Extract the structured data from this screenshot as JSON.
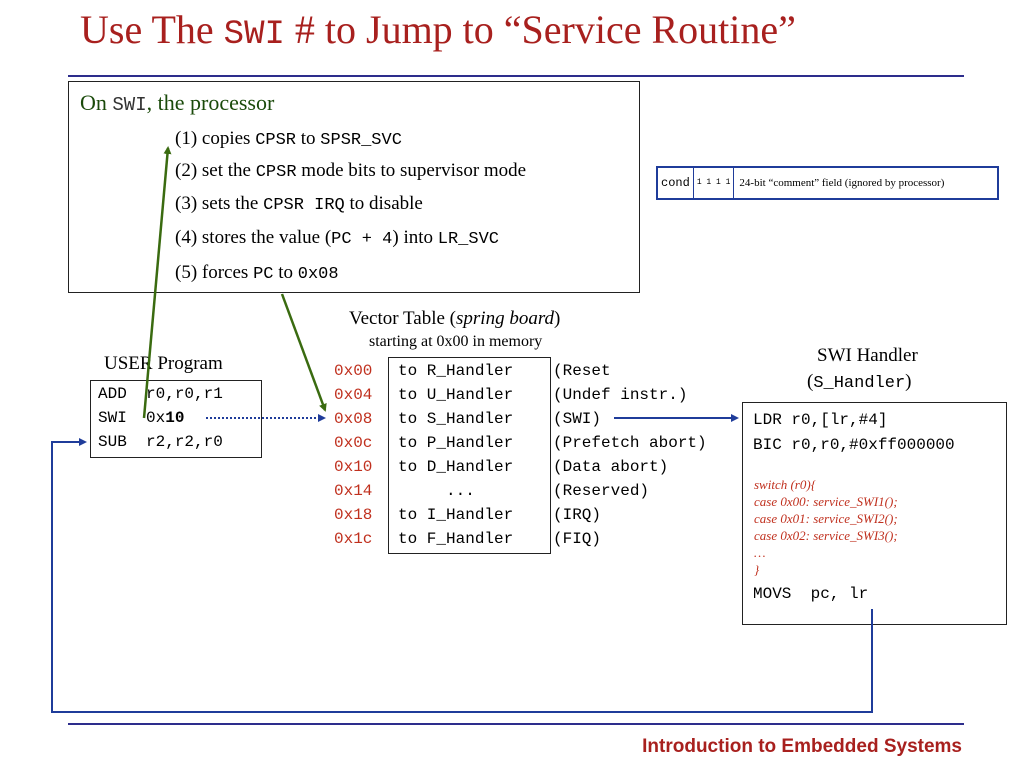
{
  "title": {
    "pre": "Use The ",
    "code": "SWI",
    "post": " # to Jump to “Service Routine”"
  },
  "steps": {
    "intro_pre": "On ",
    "intro_code": "SWI",
    "intro_post": ", the processor",
    "s1_pre": "(1) copies ",
    "s1_code1": "CPSR",
    "s1_mid": " to ",
    "s1_code2": "SPSR_SVC",
    "s2_pre": "(2) set the ",
    "s2_code": "CPSR",
    "s2_post": " mode bits to supervisor mode",
    "s3_pre": "(3) sets the ",
    "s3_code": "CPSR IRQ",
    "s3_post": " to disable",
    "s4_pre": "(4) stores the value (",
    "s4_code1": "PC + 4",
    "s4_mid": ") into ",
    "s4_code2": "LR_SVC",
    "s5_pre": "(5) forces ",
    "s5_code1": "PC",
    "s5_mid": " to ",
    "s5_code2": "0x08"
  },
  "instruction_format": {
    "cond": "cond",
    "bits": "1 1 1 1",
    "comment": "24-bit “comment” field (ignored by processor)"
  },
  "user_program": {
    "title": "USER Program",
    "lines": [
      {
        "op": "ADD",
        "args": "r0,r0,r1"
      },
      {
        "op": "SWI",
        "args_pre": "0x",
        "args_bold": "10"
      },
      {
        "op": "SUB",
        "args": "r2,r2,r0"
      }
    ]
  },
  "vector_table": {
    "title_pre": "Vector Table (",
    "title_italic": "spring board",
    "title_post": ")",
    "subtitle": "starting at 0x00 in memory",
    "rows": [
      {
        "addr": "0x00",
        "target": "to R_Handler",
        "desc": "(Reset"
      },
      {
        "addr": "0x04",
        "target": "to U_Handler",
        "desc": "(Undef instr.)"
      },
      {
        "addr": "0x08",
        "target": "to S_Handler",
        "desc": "(SWI)"
      },
      {
        "addr": "0x0c",
        "target": "to P_Handler",
        "desc": "(Prefetch abort)"
      },
      {
        "addr": "0x10",
        "target": "to D_Handler",
        "desc": "(Data abort)"
      },
      {
        "addr": "0x14",
        "target": "...",
        "desc": "(Reserved)"
      },
      {
        "addr": "0x18",
        "target": "to I_Handler",
        "desc": "(IRQ)"
      },
      {
        "addr": "0x1c",
        "target": "to F_Handler",
        "desc": "(FIQ)"
      }
    ]
  },
  "swi_handler": {
    "title": "SWI Handler",
    "subtitle_pre": "(",
    "subtitle_code": "S_Handler",
    "subtitle_post": ")",
    "line1": "LDR r0,[lr,#4]",
    "line2": "BIC r0,r0,#0xff000000",
    "switch_lines": [
      "switch (r0){",
      "case 0x00: service_SWI1();",
      "case 0x01: service_SWI2();",
      "case 0x02: service_SWI3();",
      "…",
      "}"
    ],
    "last_line": "MOVS  pc, lr"
  },
  "footer": "Introduction to Embedded Systems",
  "colors": {
    "title": "#a8201e",
    "address": "#c0301e",
    "arrow_green": "#3a6b10",
    "arrow_blue": "#1f3c9a",
    "rule": "#2d2d8c"
  }
}
